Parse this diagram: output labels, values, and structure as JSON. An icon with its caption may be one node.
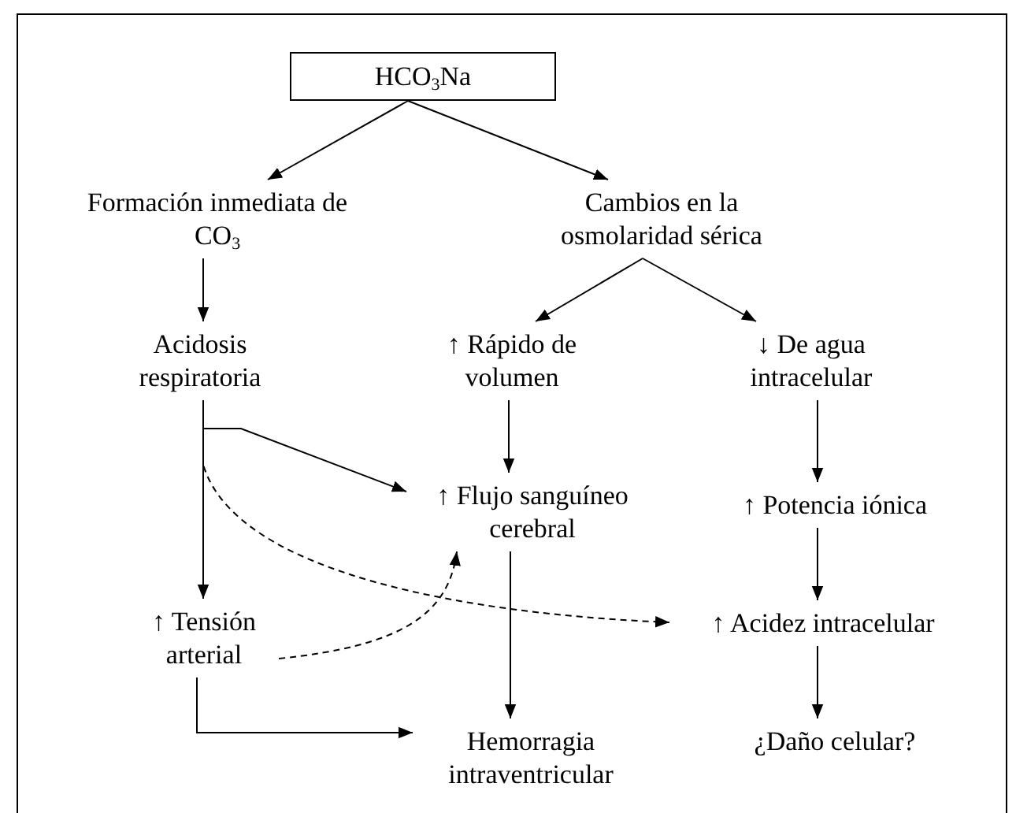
{
  "diagram": {
    "nodes": [
      {
        "text": [
          "HCO$_{3}$Na"
        ]
      },
      {
        "text": [
          "Formación inmediata de CO$_{3}$"
        ]
      },
      {
        "text": [
          "Cambios en la osmolaridad sérica"
        ]
      },
      {
        "text": [
          "Acidosis respiratoria"
        ]
      },
      {
        "text": [
          "↑ Rápido de volumen"
        ]
      },
      {
        "text": [
          "↓ De agua intracelular"
        ]
      },
      {
        "text": [
          "↑ Flujo sanguíneo cerebral"
        ]
      },
      {
        "text": [
          "↑ Potencia iónica"
        ]
      },
      {
        "text": [
          "↑ Tensión arterial"
        ]
      },
      {
        "text": [
          "↑ Acidez intracelular"
        ]
      },
      {
        "text": [
          "Hemorragia intraventricular"
        ]
      },
      {
        "text": [
          "¿Daño celular?"
        ]
      }
    ],
    "edges": [
      {
        "from": 0,
        "to": 1,
        "arrow": "to"
      },
      {
        "from": 0,
        "to": 2,
        "arrow": "to"
      },
      {
        "from": 1,
        "to": 3,
        "arrow": "to"
      },
      {
        "from": 2,
        "to": 4,
        "arrow": "to"
      },
      {
        "from": 2,
        "to": 5,
        "arrow": "to"
      },
      {
        "from": 4,
        "to": 6,
        "arrow": "to"
      },
      {
        "from": 5,
        "to": 7,
        "arrow": "to"
      },
      {
        "from": 3,
        "to": 6,
        "arrow": "to"
      },
      {
        "from": 3,
        "to": 8,
        "arrow": "to"
      },
      {
        "from": 3,
        "to": 9,
        "arrow": "to",
        "style": "dashed"
      },
      {
        "from": 8,
        "to": 6,
        "arrow": "to",
        "style": "dashed"
      },
      {
        "from": 7,
        "to": 9,
        "arrow": "to"
      },
      {
        "from": 6,
        "to": 10,
        "arrow": "to"
      },
      {
        "from": 8,
        "to": 10,
        "arrow": "to"
      },
      {
        "from": 9,
        "to": 11,
        "arrow": "to"
      }
    ]
  }
}
